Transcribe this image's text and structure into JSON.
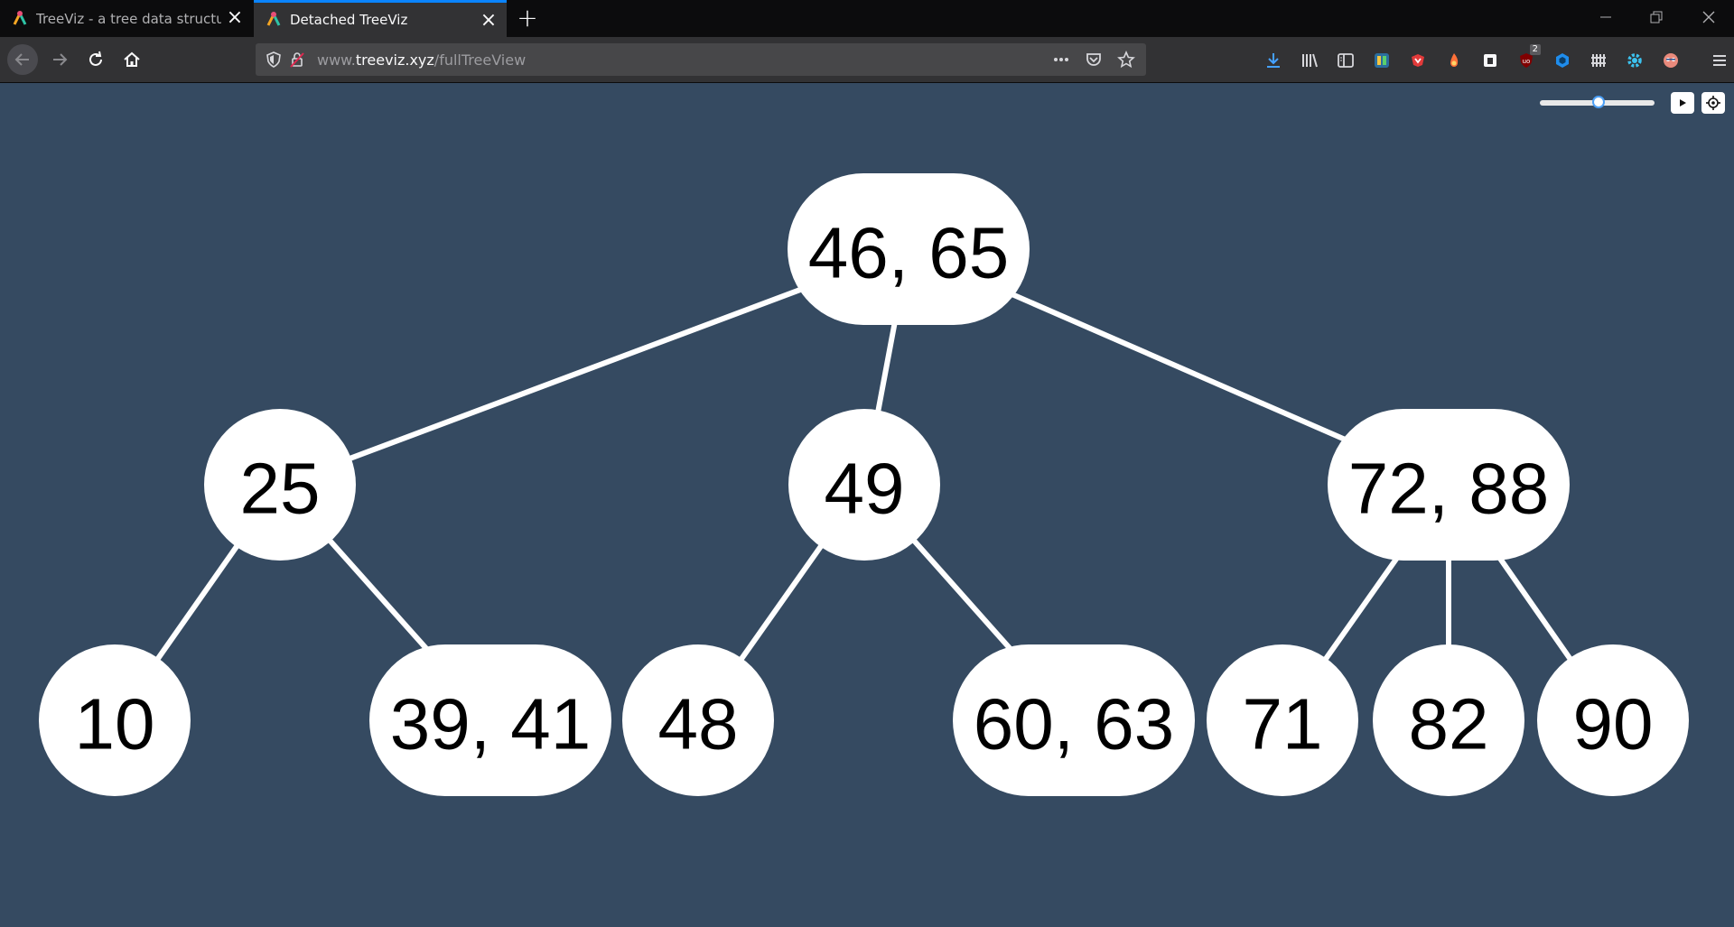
{
  "browser": {
    "tabs": [
      {
        "title": "TreeViz - a tree data structures vi",
        "active": false
      },
      {
        "title": "Detached TreeViz",
        "active": true
      }
    ],
    "url": {
      "prefix": "www.",
      "host": "treeviz.xyz",
      "path": "/fullTreeView"
    },
    "extension_badge": "2",
    "colors": {
      "accent": "#0a84ff",
      "chrome_dark": "#0c0c0d",
      "toolbar": "#323234"
    }
  },
  "page": {
    "background": "#354a61",
    "tree": {
      "node_color": "#ffffff",
      "edge_color": "#ffffff",
      "nodes": [
        {
          "id": "root",
          "label": "46, 65"
        },
        {
          "id": "n25",
          "label": "25"
        },
        {
          "id": "n49",
          "label": "49"
        },
        {
          "id": "n7288",
          "label": "72, 88"
        },
        {
          "id": "n10",
          "label": "10"
        },
        {
          "id": "n3941",
          "label": "39, 41"
        },
        {
          "id": "n48",
          "label": "48"
        },
        {
          "id": "n6063",
          "label": "60, 63"
        },
        {
          "id": "n71",
          "label": "71"
        },
        {
          "id": "n82",
          "label": "82"
        },
        {
          "id": "n90",
          "label": "90"
        }
      ],
      "edges": [
        [
          "root",
          "n25"
        ],
        [
          "root",
          "n49"
        ],
        [
          "root",
          "n7288"
        ],
        [
          "n25",
          "n10"
        ],
        [
          "n25",
          "n3941"
        ],
        [
          "n49",
          "n48"
        ],
        [
          "n49",
          "n6063"
        ],
        [
          "n7288",
          "n71"
        ],
        [
          "n7288",
          "n82"
        ],
        [
          "n7288",
          "n90"
        ]
      ]
    }
  }
}
